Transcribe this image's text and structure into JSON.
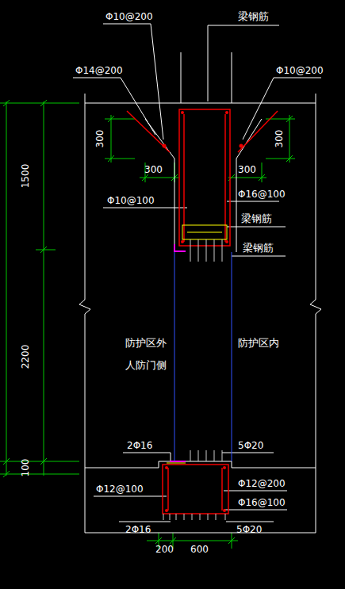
{
  "diagram": {
    "labels": [
      "Φ10@200",
      "梁钢筋",
      "Φ14@200",
      "Φ10@200",
      "300",
      "300",
      "300",
      "300",
      "Φ10@100",
      "Φ16@100",
      "梁钢筋",
      "梁钢筋",
      "1500",
      "2200",
      "100",
      "防护区外",
      "人防门侧",
      "防护区内",
      "2Φ16",
      "5Φ20",
      "Φ12@100",
      "Φ12@200",
      "Φ16@100",
      "2Φ16",
      "5Φ20",
      "200",
      "600"
    ]
  }
}
